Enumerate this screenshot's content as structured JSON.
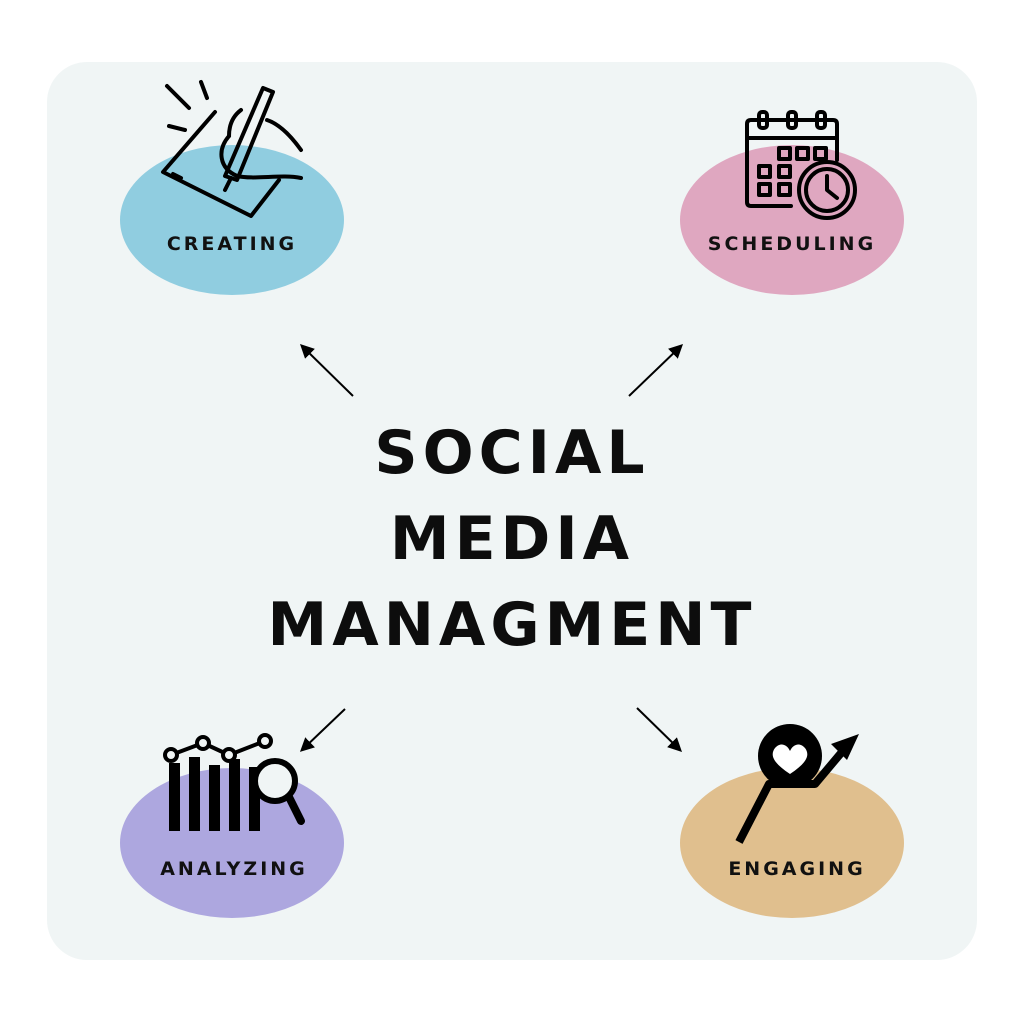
{
  "title_lines": [
    "SOCIAL",
    "MEDIA",
    "MANAGMENT"
  ],
  "nodes": [
    {
      "id": "creating",
      "label": "CREATING",
      "color": "#90cde0",
      "icon": "hand-drawing-on-tablet-icon"
    },
    {
      "id": "scheduling",
      "label": "SCHEDULING",
      "color": "#dfa7c0",
      "icon": "calendar-clock-icon"
    },
    {
      "id": "analyzing",
      "label": "ANALYZING",
      "color": "#ada7df",
      "icon": "bar-chart-magnifier-icon"
    },
    {
      "id": "engaging",
      "label": "ENGAGING",
      "color": "#e0bf8e",
      "icon": "heart-growth-arrow-icon"
    }
  ],
  "colors": {
    "background": "#ffffff",
    "panel": "#f0f5f5",
    "ink": "#0d0d0d"
  }
}
